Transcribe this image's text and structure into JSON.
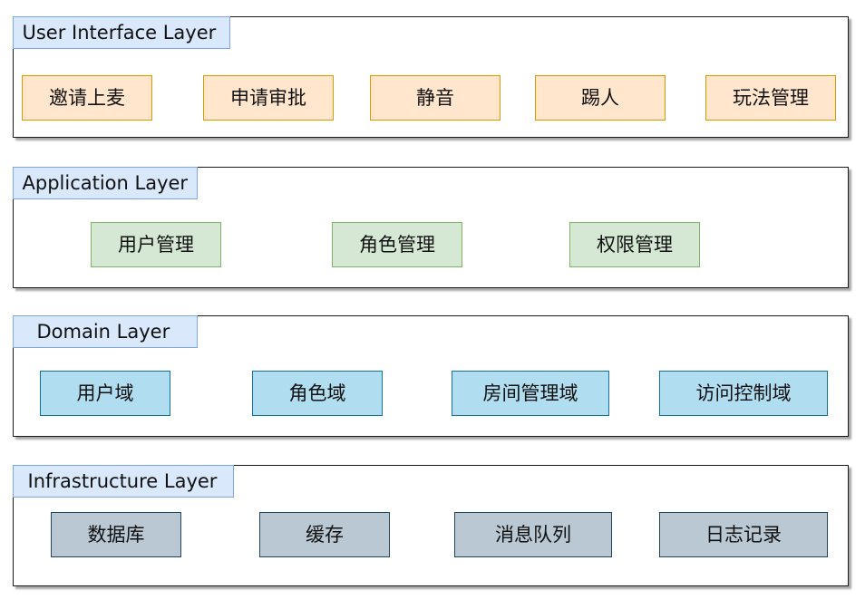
{
  "layers": {
    "ui": {
      "title": "User Interface Layer",
      "items": [
        "邀请上麦",
        "申请审批",
        "静音",
        "踢人",
        "玩法管理"
      ]
    },
    "app": {
      "title": "Application Layer",
      "items": [
        "用户管理",
        "角色管理",
        "权限管理"
      ]
    },
    "domain": {
      "title": "Domain Layer",
      "items": [
        "用户域",
        "角色域",
        "房间管理域",
        "访问控制域"
      ]
    },
    "infra": {
      "title": "Infrastructure Layer",
      "items": [
        "数据库",
        "缓存",
        "消息队列",
        "日志记录"
      ]
    }
  },
  "colors": {
    "title_fill": "#dae8fc",
    "ui_fill": "#ffe6cc",
    "app_fill": "#d5e8d4",
    "domain_fill": "#b1ddf0",
    "infra_fill": "#bac8d3"
  }
}
